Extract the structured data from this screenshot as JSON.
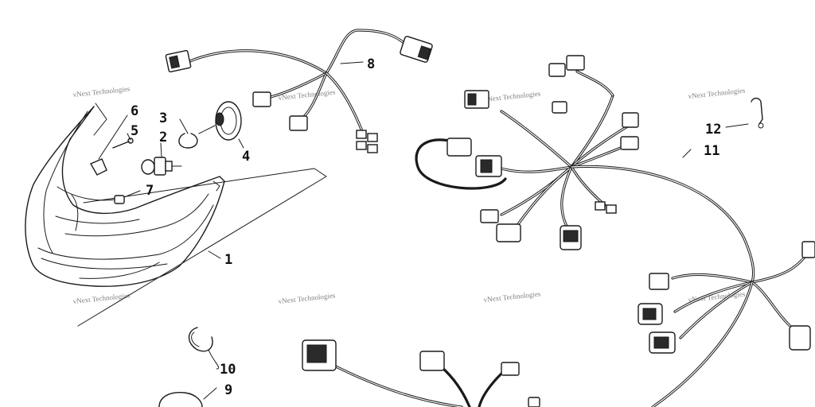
{
  "watermark": "vNext Technologies",
  "callouts": [
    "1",
    "2",
    "3",
    "4",
    "5",
    "6",
    "7",
    "8",
    "9",
    "10",
    "11",
    "12"
  ]
}
